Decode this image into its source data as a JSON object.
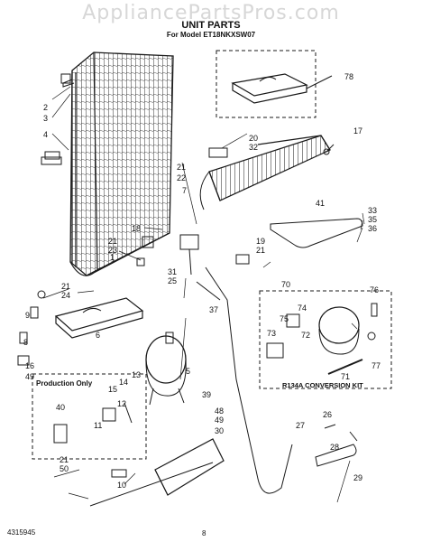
{
  "header": {
    "watermark": "AppliancePartsPros.com",
    "title": "UNIT PARTS",
    "model_line": "For Model ET18NKXSW07"
  },
  "insets": {
    "production_only": "Production Only",
    "conversion_kit": "R134A CONVERSION KIT"
  },
  "callouts": [
    "1",
    "2",
    "3",
    "4",
    "5",
    "6",
    "7",
    "8",
    "9",
    "10",
    "11",
    "12",
    "13",
    "14",
    "15",
    "16",
    "17",
    "18",
    "19",
    "20",
    "21",
    "21",
    "21",
    "21",
    "21",
    "22",
    "23",
    "24",
    "25",
    "26",
    "27",
    "28",
    "29",
    "30",
    "31",
    "32",
    "33",
    "35",
    "36",
    "37",
    "39",
    "40",
    "41",
    "48",
    "49",
    "49",
    "50",
    "70",
    "71",
    "72",
    "73",
    "74",
    "75",
    "76",
    "77",
    "78"
  ],
  "footer": {
    "code": "4315945",
    "page": "8"
  },
  "colors": {
    "ink": "#1a1a1a",
    "watermark": "#d7d7d7"
  }
}
